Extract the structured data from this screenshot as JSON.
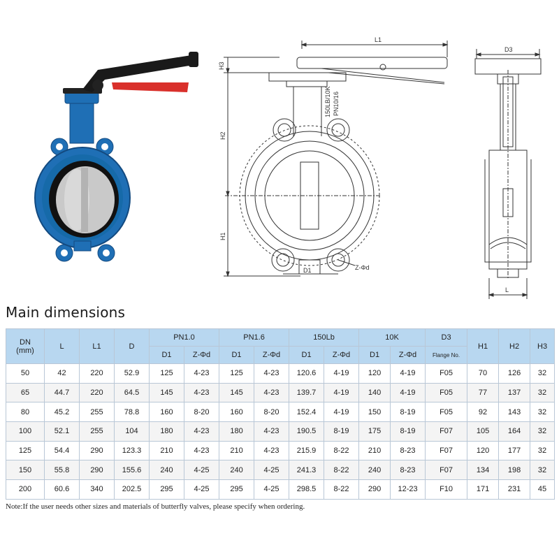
{
  "figure": {
    "diagram_labels": {
      "l1": "L1",
      "h3": "H3",
      "h2": "H2",
      "h1": "H1",
      "d1": "D1",
      "z_phi_d": "Z-Φd",
      "d3": "D3",
      "l": "L"
    },
    "body_marking": {
      "rating": "150LB/10K",
      "pn": "PN10/16"
    },
    "photo_colors": {
      "body": "#1f6fb5",
      "body_dark": "#134a80",
      "handle": "#1a1a1a",
      "trigger": "#d9302b",
      "disc": "#c9c9c9",
      "liner": "#111111"
    }
  },
  "section_title": "Main dimensions",
  "table": {
    "header": {
      "dn": "DN",
      "dn_unit": "(mm)",
      "l": "L",
      "l1": "L1",
      "d": "D",
      "pn10": "PN1.0",
      "pn16": "PN1.6",
      "lb150": "150Lb",
      "k10": "10K",
      "d3": "D3",
      "flange": "Flange No.",
      "h1": "H1",
      "h2": "H2",
      "h3": "H3",
      "sub_d1": "D1",
      "sub_z": "Z-Φd"
    },
    "rows": [
      [
        "50",
        "42",
        "220",
        "52.9",
        "125",
        "4-23",
        "125",
        "4-23",
        "120.6",
        "4-19",
        "120",
        "4-19",
        "F05",
        "70",
        "126",
        "32"
      ],
      [
        "65",
        "44.7",
        "220",
        "64.5",
        "145",
        "4-23",
        "145",
        "4-23",
        "139.7",
        "4-19",
        "140",
        "4-19",
        "F05",
        "77",
        "137",
        "32"
      ],
      [
        "80",
        "45.2",
        "255",
        "78.8",
        "160",
        "8-20",
        "160",
        "8-20",
        "152.4",
        "4-19",
        "150",
        "8-19",
        "F05",
        "92",
        "143",
        "32"
      ],
      [
        "100",
        "52.1",
        "255",
        "104",
        "180",
        "4-23",
        "180",
        "4-23",
        "190.5",
        "8-19",
        "175",
        "8-19",
        "F07",
        "105",
        "164",
        "32"
      ],
      [
        "125",
        "54.4",
        "290",
        "123.3",
        "210",
        "4-23",
        "210",
        "4-23",
        "215.9",
        "8-22",
        "210",
        "8-23",
        "F07",
        "120",
        "177",
        "32"
      ],
      [
        "150",
        "55.8",
        "290",
        "155.6",
        "240",
        "4-25",
        "240",
        "4-25",
        "241.3",
        "8-22",
        "240",
        "8-23",
        "F07",
        "134",
        "198",
        "32"
      ],
      [
        "200",
        "60.6",
        "340",
        "202.5",
        "295",
        "4-25",
        "295",
        "4-25",
        "298.5",
        "8-22",
        "290",
        "12-23",
        "F10",
        "171",
        "231",
        "45"
      ]
    ]
  },
  "note": "Note:If the user needs other sizes and materials of butterfly valves, please specify when ordering."
}
